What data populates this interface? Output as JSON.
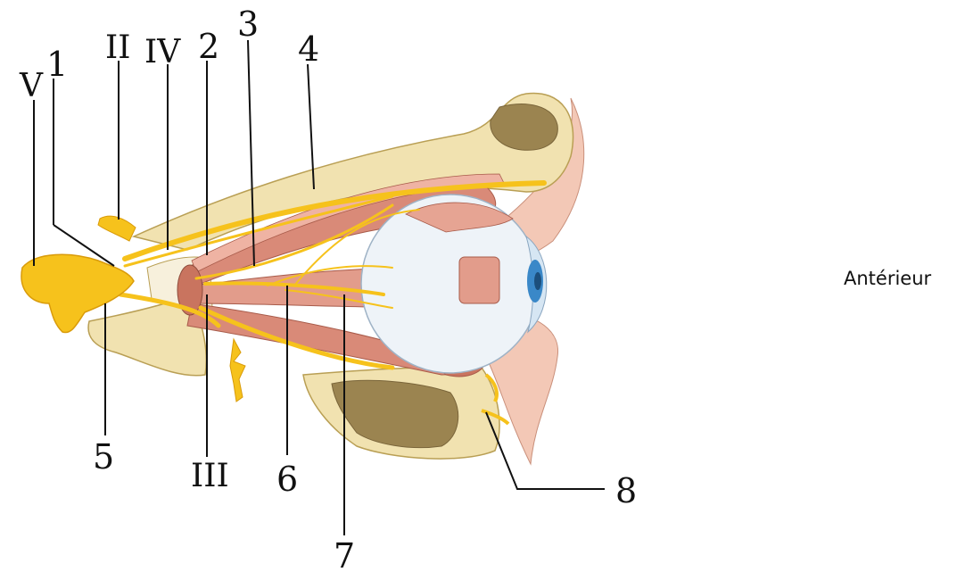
{
  "orientation_label": "Antérieur",
  "labels": {
    "V": "V",
    "n1": "1",
    "II": "II",
    "IV": "IV",
    "n2": "2",
    "n3": "3",
    "n4": "4",
    "n5": "5",
    "III": "III",
    "n6": "6",
    "n7": "7",
    "n8": "8"
  },
  "colors": {
    "nerve": "#f6c21c",
    "nerve_dark": "#d99b0a",
    "bone": "#f1e2b0",
    "bone_dark": "#b99f54",
    "sinus": "#9b8450",
    "muscle": "#d98a78",
    "muscle_light": "#efb3a3",
    "skin": "#f3c8b6",
    "sclera": "#eef3f8",
    "iris": "#3a88c8"
  }
}
